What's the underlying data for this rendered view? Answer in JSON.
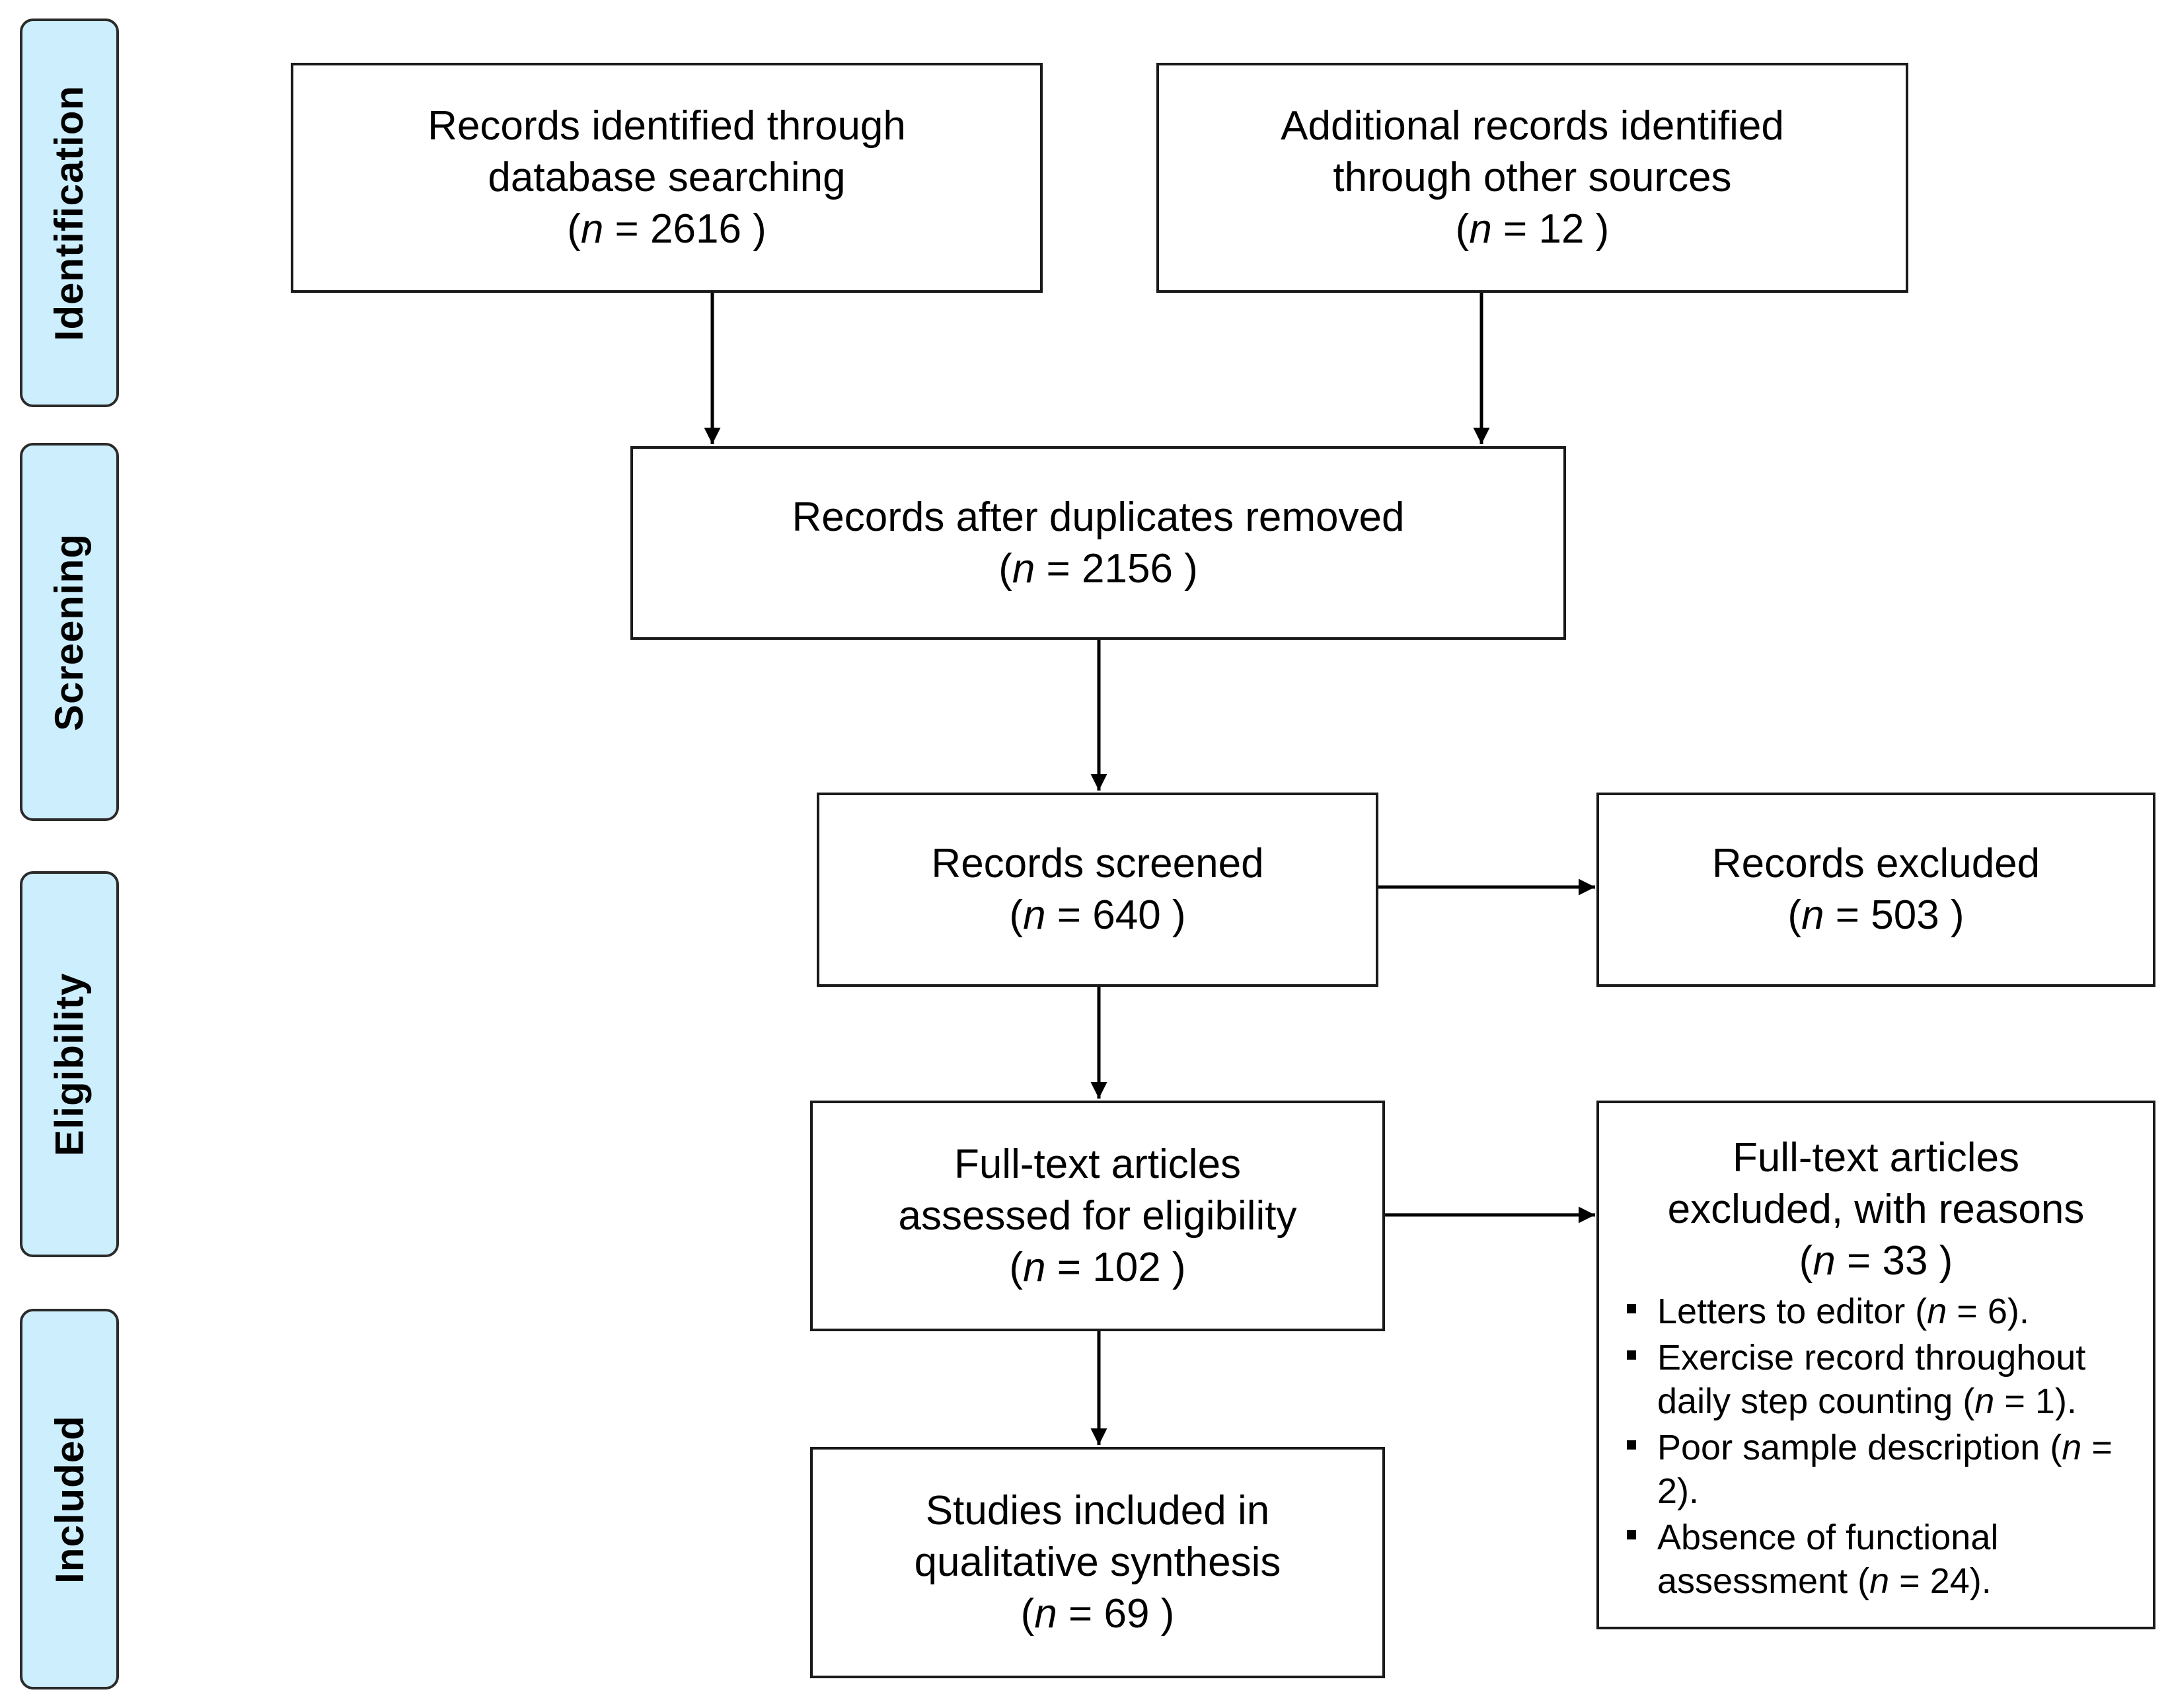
{
  "stages": [
    {
      "id": "identification",
      "label": "Identification"
    },
    {
      "id": "screening",
      "label": "Screening"
    },
    {
      "id": "eligibility",
      "label": "Eligibility"
    },
    {
      "id": "included",
      "label": "Included"
    }
  ],
  "boxes": {
    "database_search": {
      "lines": [
        "Records identified through",
        "database searching"
      ],
      "n": "2616"
    },
    "other_sources": {
      "lines": [
        "Additional records identified",
        "through other sources"
      ],
      "n": "12"
    },
    "duplicates_removed": {
      "lines": [
        "Records after duplicates removed"
      ],
      "n": "2156"
    },
    "screened": {
      "lines": [
        "Records screened"
      ],
      "n": "640"
    },
    "excluded": {
      "lines": [
        "Records excluded"
      ],
      "n": "503"
    },
    "fulltext_assessed": {
      "lines": [
        "Full-text articles",
        "assessed for eligibility"
      ],
      "n": "102"
    },
    "fulltext_excluded": {
      "lines": [
        "Full-text articles",
        "excluded, with reasons"
      ],
      "n": "33",
      "reasons": [
        {
          "text": "Letters to editor",
          "n": "6"
        },
        {
          "text": "Exercise record throughout daily step counting",
          "n": "1"
        },
        {
          "text": "Poor sample description",
          "n": "2"
        },
        {
          "text": "Absence of functional assessment",
          "n": "24"
        }
      ]
    },
    "included": {
      "lines": [
        "Studies included in",
        "qualitative synthesis"
      ],
      "n": "69"
    }
  },
  "count_symbol": "n",
  "colors": {
    "stage_fill": "#cdeefc",
    "stage_border": "#2b2b2b",
    "box_border": "#1a1a1a",
    "arrow": "#000000"
  }
}
